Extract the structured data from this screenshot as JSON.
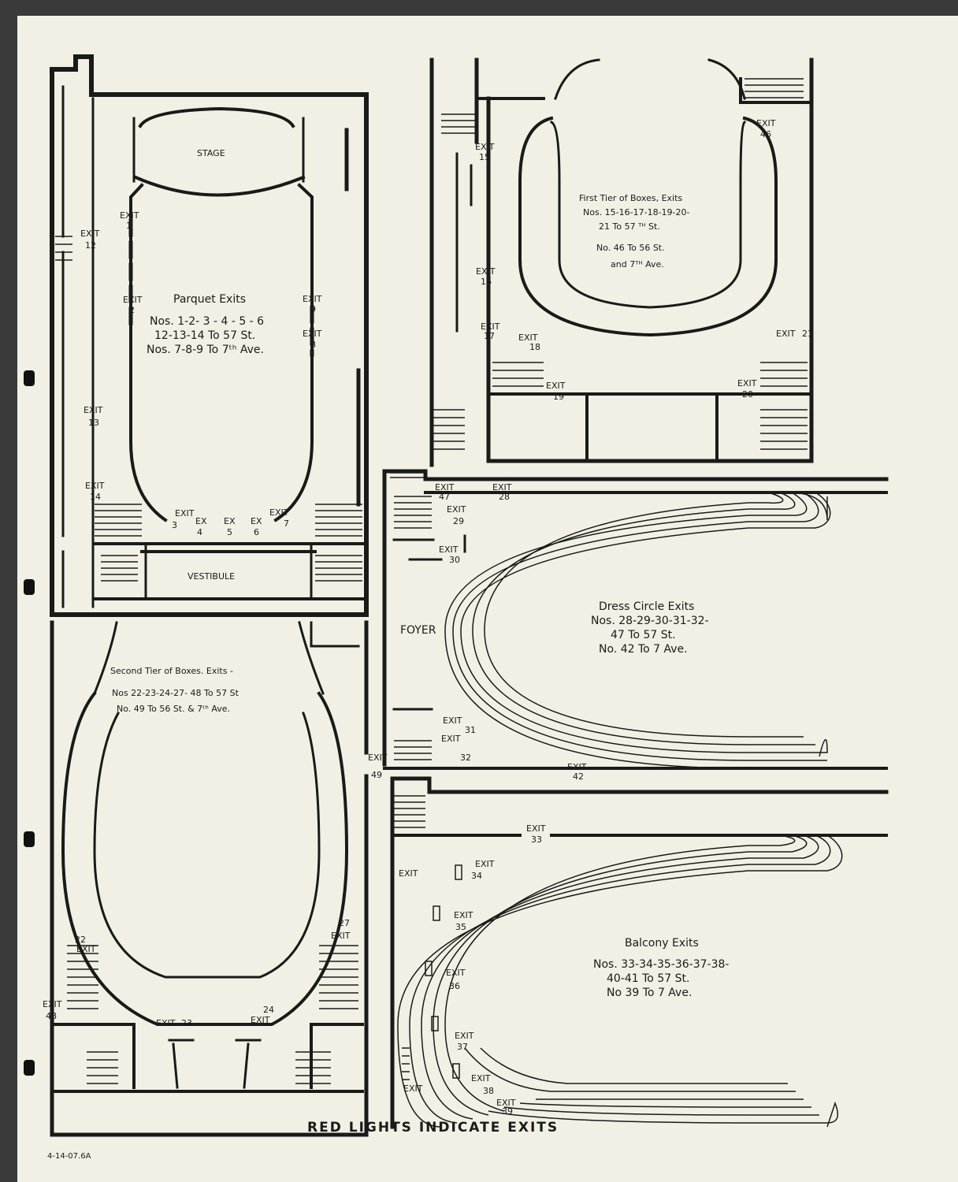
{
  "footer": {
    "caption": "RED LIGHTS INDICATE EXITS",
    "handwritten": "4-14-07.6A"
  },
  "parquet": {
    "stage": "STAGE",
    "vestibule": "VESTIBULE",
    "title": "Parquet Exits",
    "line1": "Nos. 1-2- 3 - 4 - 5 - 6",
    "line2": "12-13-14 To 57 St.",
    "line3": "Nos. 7-8-9 To 7ᵗʰ Ave.",
    "exits": [
      {
        "word": "EXIT",
        "num": "1"
      },
      {
        "word": "EXIT",
        "num": "12"
      },
      {
        "word": "EXIT",
        "num": "2"
      },
      {
        "word": "EXIT",
        "num": "9"
      },
      {
        "word": "EXIT",
        "num": "8"
      },
      {
        "word": "EXIT",
        "num": "13"
      },
      {
        "word": "EXIT",
        "num": "14"
      },
      {
        "word": "EXIT",
        "num": "3"
      },
      {
        "word": "EX",
        "num": "4"
      },
      {
        "word": "EX",
        "num": "5"
      },
      {
        "word": "EX",
        "num": "6"
      },
      {
        "word": "EXIT",
        "num": "7"
      }
    ]
  },
  "first_tier": {
    "line1": "First Tier of Boxes, Exits",
    "line2": "Nos. 15-16-17-18-19-20-",
    "line3": "21 To 57 ᵀᴴ St.",
    "line4": "No. 46 To 56 St.",
    "line5": "and 7ᵀᴴ Ave.",
    "exits": [
      {
        "word": "EXIT",
        "num": "15"
      },
      {
        "word": "EXIT",
        "num": "16"
      },
      {
        "word": "EXIT",
        "num": "17"
      },
      {
        "word": "EXIT",
        "num": "18"
      },
      {
        "word": "EXIT",
        "num": "19"
      },
      {
        "word": "EXIT",
        "num": "46"
      },
      {
        "word": "EXIT",
        "num": "21"
      },
      {
        "word": "EXIT",
        "num": "20"
      }
    ]
  },
  "dress_circle": {
    "foyer": "FOYER",
    "title": "Dress Circle Exits",
    "line1": "Nos. 28-29-30-31-32-",
    "line2": "47 To 57 St.",
    "line3": "No. 42 To 7 Ave.",
    "exits": [
      {
        "word": "EXIT",
        "num": "47"
      },
      {
        "word": "EXIT",
        "num": "28"
      },
      {
        "word": "EXIT",
        "num": "29"
      },
      {
        "word": "EXIT",
        "num": "30"
      },
      {
        "word": "EXIT",
        "num": "31"
      },
      {
        "word": "EXIT",
        "num": "32"
      },
      {
        "word": "EXIT",
        "num": "42"
      }
    ]
  },
  "second_tier": {
    "line1": "Second Tier of Boxes. Exits -",
    "line2": "Nos 22-23-24-27- 48 To 57 St",
    "line3": "No. 49 To 56 St. & 7ᵗʰ Ave.",
    "exits": [
      {
        "word": "EXIT",
        "num": "49"
      },
      {
        "word": "EXIT",
        "num": "27"
      },
      {
        "word": "EXIT",
        "num": "22"
      },
      {
        "word": "EXIT",
        "num": "48"
      },
      {
        "word": "EXIT",
        "num": "23"
      },
      {
        "word": "EXIT",
        "num": "24"
      }
    ]
  },
  "balcony": {
    "title": "Balcony Exits",
    "line1": "Nos. 33-34-35-36-37-38-",
    "line2": "40-41 To 57 St.",
    "line3": "No 39 To 7 Ave.",
    "exits": [
      {
        "word": "EXIT",
        "num": "33"
      },
      {
        "word": "EXIT",
        "num": ""
      },
      {
        "word": "EXIT",
        "num": "34"
      },
      {
        "word": "EXIT",
        "num": "35"
      },
      {
        "word": "EXIT",
        "num": "36"
      },
      {
        "word": "EXIT",
        "num": "37"
      },
      {
        "word": "EXIT",
        "num": "38"
      },
      {
        "word": "EXIT",
        "num": "39"
      },
      {
        "word": "EXIT",
        "num": ""
      }
    ]
  }
}
